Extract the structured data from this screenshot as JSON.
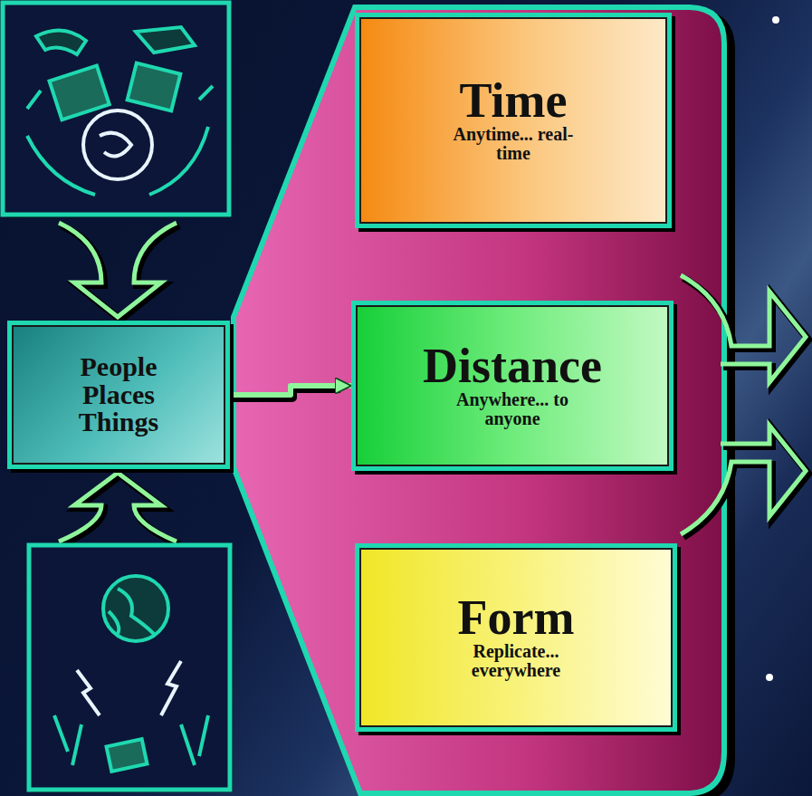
{
  "diagram": {
    "nodes": [
      {
        "text": [
          "People Places Things"
        ]
      },
      {
        "text": [
          "Time",
          "Anytime... real-time"
        ]
      },
      {
        "text": [
          "Distance",
          "Anywhere... to anyone"
        ]
      },
      {
        "text": [
          "Form",
          "Replicate... everywhere"
        ]
      }
    ],
    "edges": [
      {
        "from": 0,
        "to": 2,
        "arrow": "to"
      }
    ]
  }
}
